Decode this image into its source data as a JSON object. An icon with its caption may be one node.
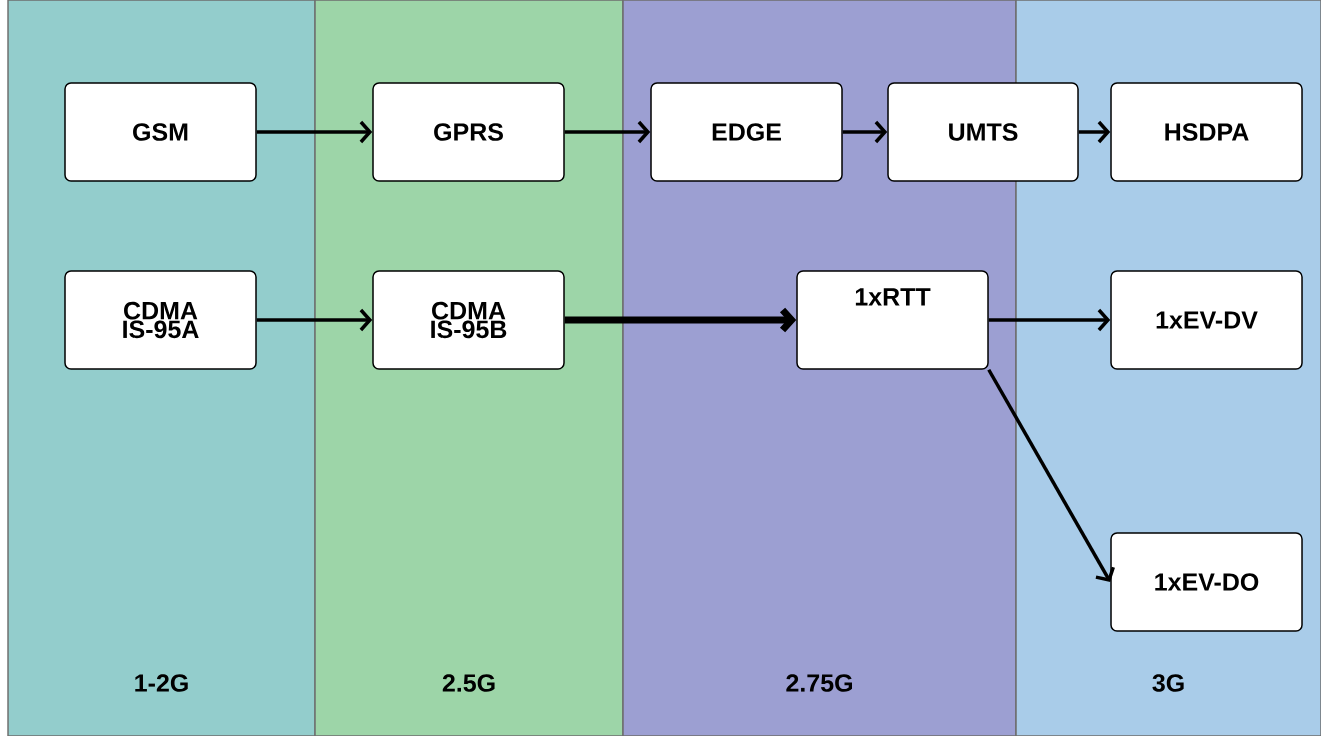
{
  "diagram": {
    "nodes": [
      {
        "text": [
          "1-2G"
        ]
      },
      {
        "text": [
          "2.5G"
        ]
      },
      {
        "text": [
          "2.75G"
        ]
      },
      {
        "text": [
          "3G"
        ]
      },
      {
        "text": [
          "GSM"
        ],
        "in": 0
      },
      {
        "text": [
          "GPRS"
        ],
        "in": 1
      },
      {
        "text": [
          "EDGE"
        ],
        "in": 2
      },
      {
        "text": [
          "UMTS"
        ]
      },
      {
        "text": [
          "HSDPA"
        ],
        "in": 3
      },
      {
        "text": [
          "CDMA IS-95A"
        ],
        "in": 0
      },
      {
        "text": [
          "CDMA IS-95B"
        ],
        "in": 1
      },
      {
        "text": [
          "1xRTT"
        ],
        "in": 2
      },
      {
        "text": [
          "1xEV-DV"
        ],
        "in": 3
      },
      {
        "text": [
          "1xEV-DO"
        ],
        "in": 3
      }
    ],
    "edges": [
      {
        "from": 4,
        "to": 5,
        "arrow": "to"
      },
      {
        "from": 5,
        "to": 6,
        "arrow": "to"
      },
      {
        "from": 6,
        "to": 7,
        "arrow": "to"
      },
      {
        "from": 7,
        "to": 8,
        "arrow": "to"
      },
      {
        "from": 9,
        "to": 10,
        "arrow": "to"
      },
      {
        "from": 10,
        "to": 11,
        "arrow": "to",
        "style": "thick"
      },
      {
        "from": 11,
        "to": 12,
        "arrow": "to"
      },
      {
        "from": 11,
        "to": 13,
        "arrow": "to"
      }
    ]
  }
}
